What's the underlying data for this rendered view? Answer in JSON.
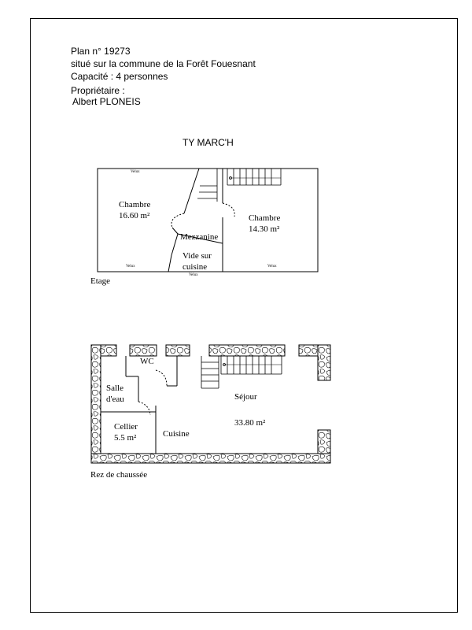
{
  "header": {
    "plan": "Plan n° 19273",
    "commune": "situé sur la commune de la Forêt Fouesnant",
    "capacity": "Capacité : 4 personnes",
    "owner_label": "Propriétaire :",
    "owner_name": "Albert PLONEIS"
  },
  "title": "TY MARC'H",
  "floor_upper": {
    "label": "Etage",
    "room_left": "Chambre",
    "room_left_area": "16.60 m²",
    "room_right": "Chambre",
    "room_right_area": "14.30 m²",
    "mezzanine": "Mezzanine",
    "void_1": "Vide sur",
    "void_2": "cuisine",
    "velux": "Velux"
  },
  "floor_ground": {
    "label": "Rez de chaussée",
    "wc": "WC",
    "bath_1": "Salle",
    "bath_2": "d'eau",
    "cellar": "Cellier",
    "cellar_area": "5.5 m²",
    "kitchen": "Cuisine",
    "living": "Séjour",
    "living_area": "33.80 m²"
  }
}
